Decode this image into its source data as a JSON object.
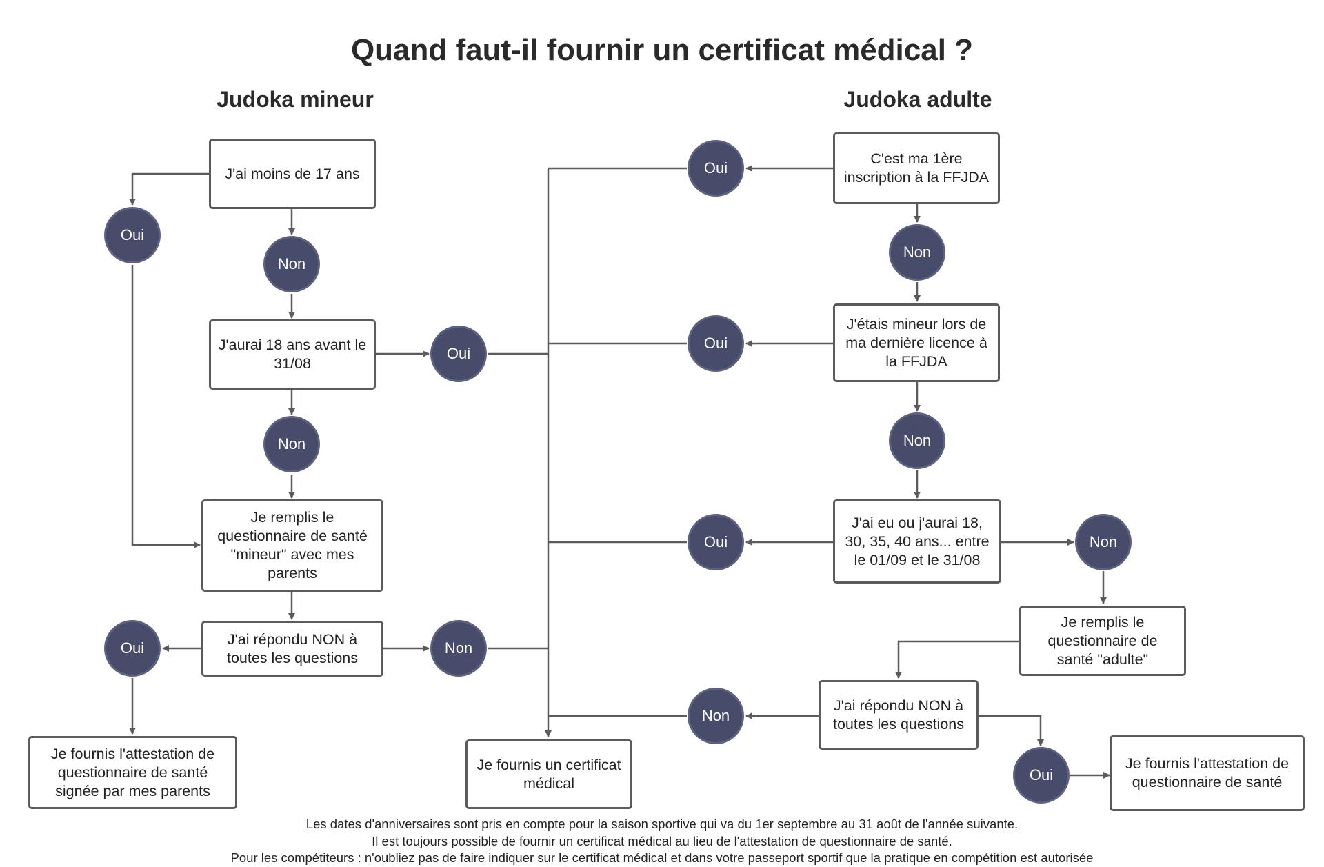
{
  "title": "Quand faut-il fournir un certificat médical ?",
  "columns": {
    "minor": "Judoka mineur",
    "adult": "Judoka adulte"
  },
  "nodes": {
    "m_q1": "J'ai moins de 17 ans",
    "m_q2": "J'aurai 18 ans avant le 31/08",
    "m_form": "Je remplis le questionnaire de santé \"mineur\" avec mes parents",
    "m_q3": "J'ai répondu NON à toutes les questions",
    "m_result": "Je fournis l'attestation de questionnaire de santé signée par mes parents",
    "certificate": "Je fournis un certificat médical",
    "a_q1": "C'est ma 1ère inscription à la FFJDA",
    "a_q2": "J'étais mineur lors de ma dernière licence à la FFJDA",
    "a_q3": "J'ai eu ou j'aurai 18, 30, 35, 40 ans... entre le 01/09 et le 31/08",
    "a_form": "Je remplis le questionnaire de santé \"adulte\"",
    "a_q4": "J'ai répondu NON à toutes les questions",
    "a_result": "Je fournis l'attestation de questionnaire de santé"
  },
  "answers": {
    "yes": "Oui",
    "no": "Non"
  },
  "footer": [
    "Les dates d'anniversaires sont pris en compte pour la saison sportive qui va du 1er septembre au 31 août de l'année suivante.",
    "Il est toujours possible de fournir un certificat médical au lieu de l'attestation de questionnaire de santé.",
    "Pour les compétiteurs : n'oubliez pas de faire indiquer sur le certificat médical et dans votre passeport sportif que la pratique en compétition est autorisée"
  ],
  "colors": {
    "line": "#5b5b5b",
    "circle_fill": "#474c6b",
    "text": "#222222"
  }
}
